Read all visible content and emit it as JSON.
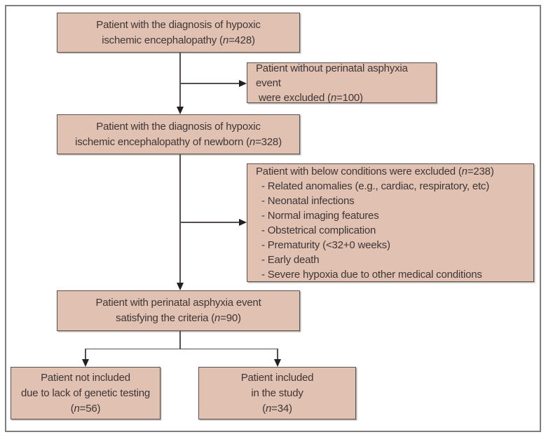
{
  "flowchart": {
    "colors": {
      "box_fill": "#e1c1b1",
      "box_border": "#5a504c",
      "text": "#3f3637",
      "line": "#55504d",
      "arrow": "#231f1e",
      "outer_border": "#7e7e7c"
    },
    "boxes": {
      "initial_diagnosis": {
        "n": 428,
        "lines": [
          [
            {
              "t": "Patient with the diagnosis of hypoxic"
            }
          ],
          [
            {
              "t": "ischemic encephalopathy ("
            },
            {
              "t": "n",
              "i": true
            },
            {
              "t": "=428)"
            }
          ]
        ]
      },
      "excluded_no_asphyxia": {
        "n": 100,
        "lines": [
          [
            {
              "t": "Patient without perinatal asphyxia event"
            }
          ],
          [
            {
              "t": " were excluded ("
            },
            {
              "t": "n",
              "i": true
            },
            {
              "t": "=100)"
            }
          ]
        ]
      },
      "newborn_diagnosis": {
        "n": 328,
        "lines": [
          [
            {
              "t": "Patient with the diagnosis of hypoxic"
            }
          ],
          [
            {
              "t": "ischemic encephalopathy of newborn ("
            },
            {
              "t": "n",
              "i": true
            },
            {
              "t": "=328)"
            }
          ]
        ]
      },
      "excluded_conditions": {
        "n": 238,
        "lines": [
          [
            {
              "t": "Patient with below conditions were excluded ("
            },
            {
              "t": "n",
              "i": true
            },
            {
              "t": "=238)"
            }
          ],
          [
            {
              "t": "  - Related anomalies (e.g., cardiac, respiratory, etc)"
            }
          ],
          [
            {
              "t": "  - Neonatal infections"
            }
          ],
          [
            {
              "t": "  - Normal imaging features"
            }
          ],
          [
            {
              "t": "  - Obstetrical complication"
            }
          ],
          [
            {
              "t": "  - Prematurity (<32+0 weeks)"
            }
          ],
          [
            {
              "t": "  - Early death"
            }
          ],
          [
            {
              "t": "  - Severe hypoxia due to other medical conditions"
            }
          ]
        ]
      },
      "asphyxia_criteria": {
        "n": 90,
        "lines": [
          [
            {
              "t": "Patient with perinatal asphyxia event"
            }
          ],
          [
            {
              "t": "satisfying the criteria ("
            },
            {
              "t": "n",
              "i": true
            },
            {
              "t": "=90)"
            }
          ]
        ]
      },
      "not_included": {
        "n": 56,
        "lines": [
          [
            {
              "t": "Patient not included"
            }
          ],
          [
            {
              "t": "due to lack of genetic testing"
            }
          ],
          [
            {
              "t": "("
            },
            {
              "t": "n",
              "i": true
            },
            {
              "t": "=56)"
            }
          ]
        ]
      },
      "included": {
        "n": 34,
        "lines": [
          [
            {
              "t": "Patient included"
            }
          ],
          [
            {
              "t": "in the study"
            }
          ],
          [
            {
              "t": "("
            },
            {
              "t": "n",
              "i": true
            },
            {
              "t": "=34)"
            }
          ]
        ]
      }
    }
  }
}
